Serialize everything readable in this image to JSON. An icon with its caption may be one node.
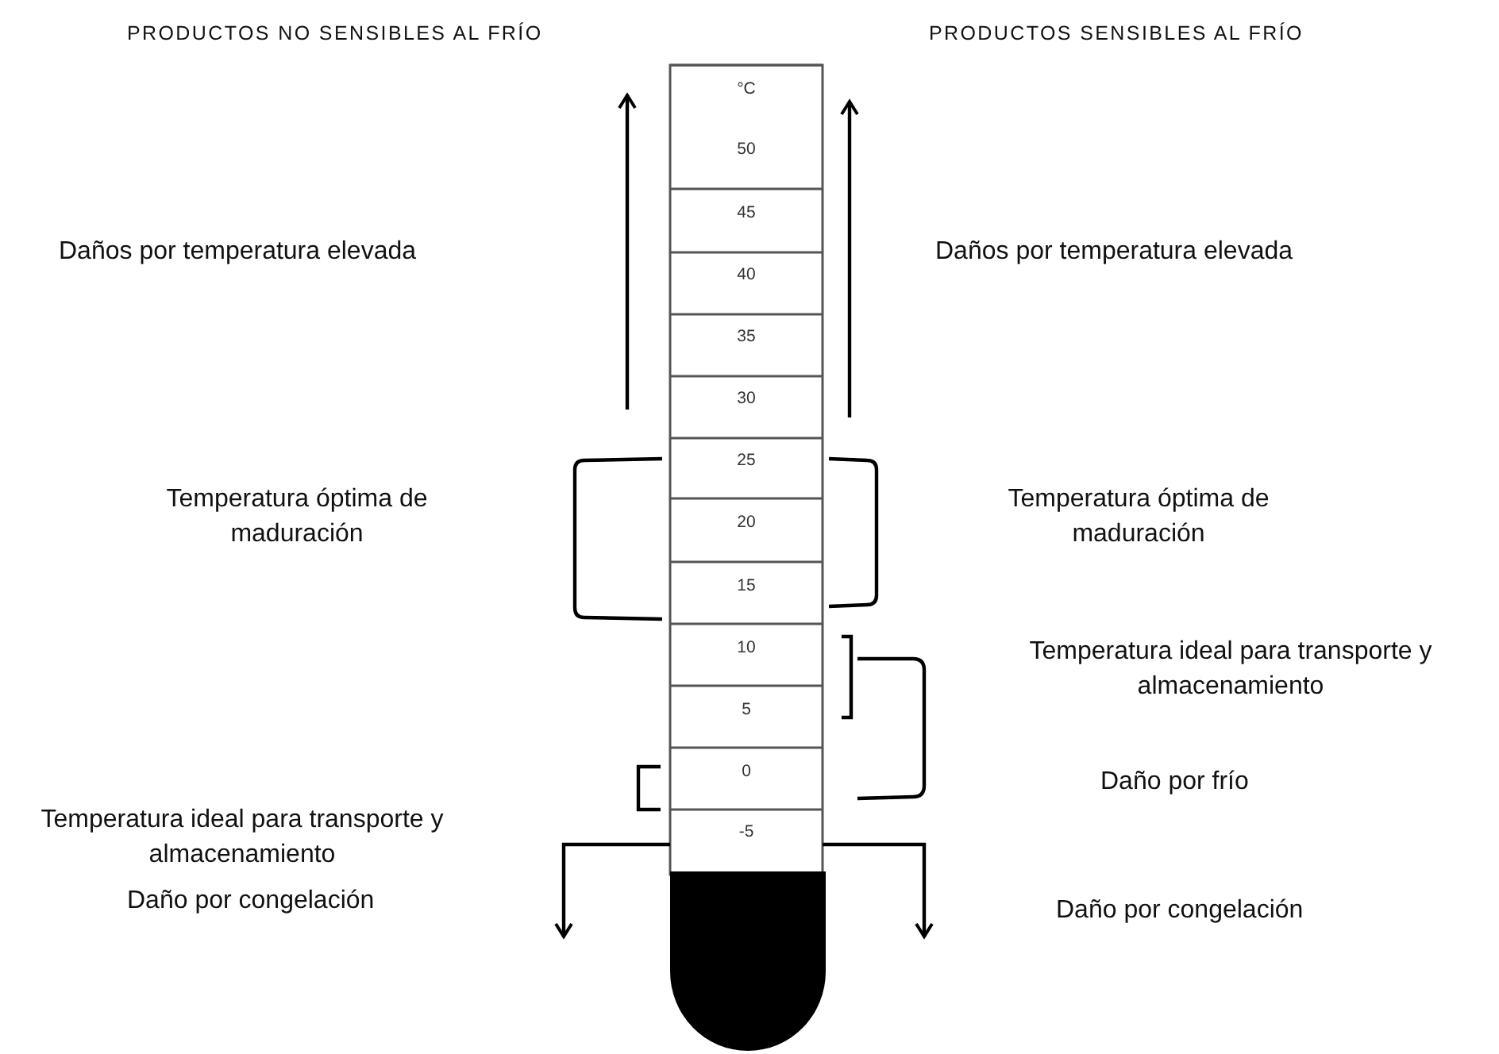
{
  "diagram": {
    "labels": [
      "PRODUCTOS NO SENSIBLES AL FRÍO",
      "PRODUCTOS SENSIBLES AL FRÍO",
      "°C",
      "50",
      "45",
      "40",
      "35",
      "30",
      "25",
      "20",
      "15",
      "10",
      "5",
      "0",
      "-5",
      "Daños por temperatura elevada",
      "Temperatura óptima de maduración",
      "Temperatura ideal para transporte y almacenamiento",
      "Daño por congelación",
      "Daños por temperatura elevada",
      "Temperatura óptima de maduración",
      "Temperatura ideal para transporte y almacenamiento",
      "Daño por frío",
      "Daño por congelación"
    ]
  }
}
